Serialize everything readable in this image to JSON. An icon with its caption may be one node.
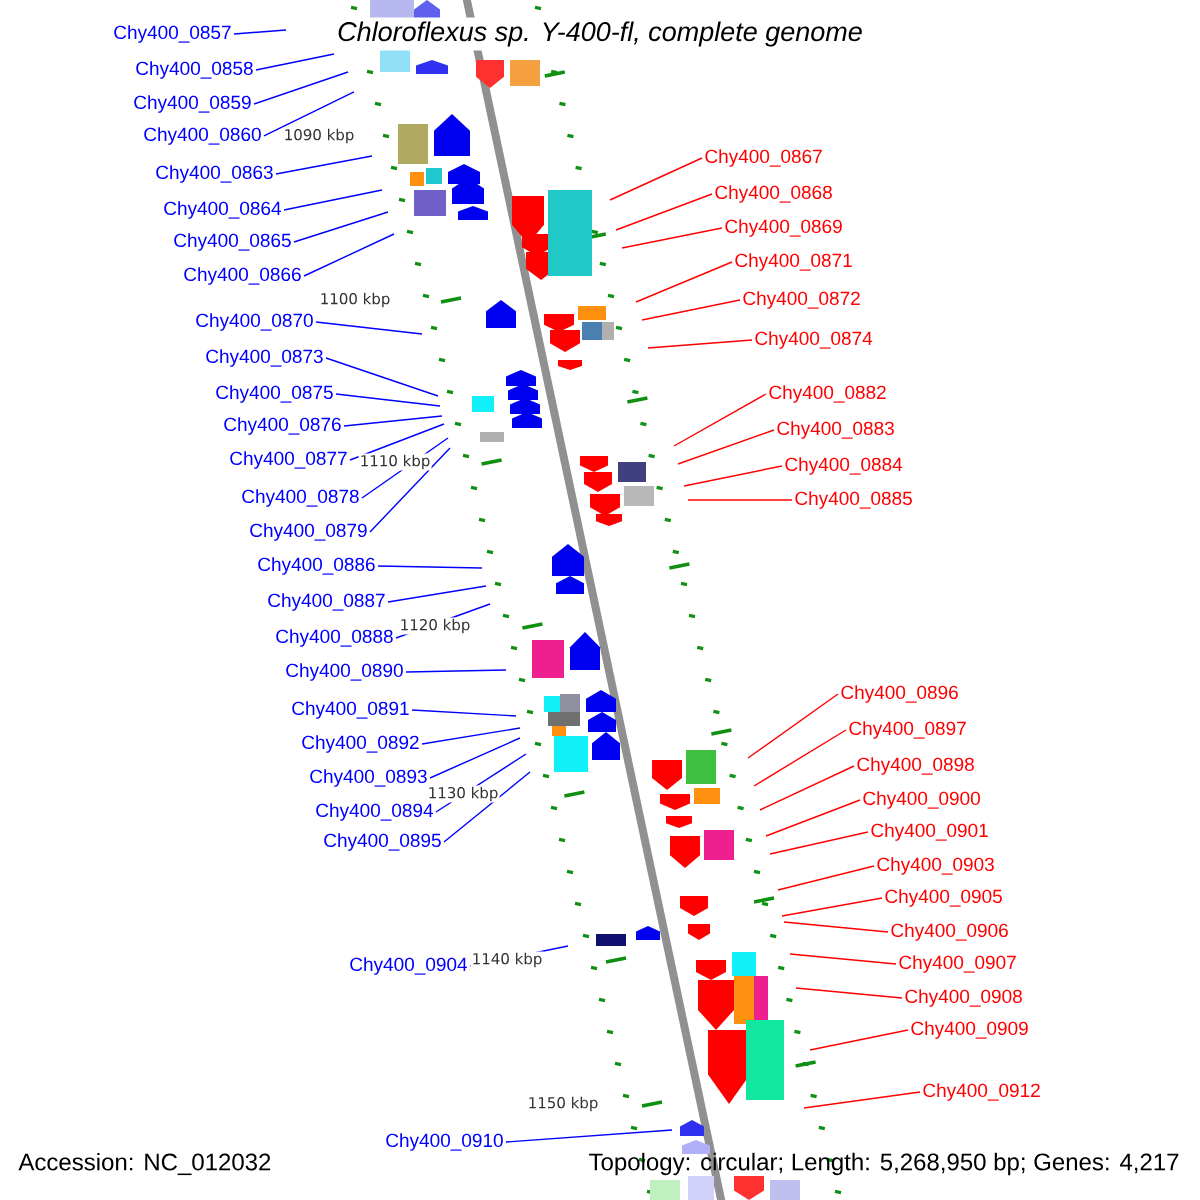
{
  "diagram": {
    "title": "Chloroflexus sp. Y-400-fl, complete genome",
    "nodes": [
      {
        "text": [
          "Chy400_0857"
        ]
      },
      {
        "text": [
          "Chy400_0858"
        ]
      },
      {
        "text": [
          "Chy400_0859"
        ]
      },
      {
        "text": [
          "Chy400_0860"
        ]
      },
      {
        "text": [
          "Chy400_0863"
        ]
      },
      {
        "text": [
          "Chy400_0864"
        ]
      },
      {
        "text": [
          "Chy400_0865"
        ]
      },
      {
        "text": [
          "Chy400_0866"
        ]
      },
      {
        "text": [
          "Chy400_0870"
        ]
      },
      {
        "text": [
          "Chy400_0873"
        ]
      },
      {
        "text": [
          "Chy400_0875"
        ]
      },
      {
        "text": [
          "Chy400_0876"
        ]
      },
      {
        "text": [
          "Chy400_0877"
        ]
      },
      {
        "text": [
          "Chy400_0878"
        ]
      },
      {
        "text": [
          "Chy400_0879"
        ]
      },
      {
        "text": [
          "Chy400_0886"
        ]
      },
      {
        "text": [
          "Chy400_0887"
        ]
      },
      {
        "text": [
          "Chy400_0888"
        ]
      },
      {
        "text": [
          "Chy400_0890"
        ]
      },
      {
        "text": [
          "Chy400_0891"
        ]
      },
      {
        "text": [
          "Chy400_0892"
        ]
      },
      {
        "text": [
          "Chy400_0893"
        ]
      },
      {
        "text": [
          "Chy400_0894"
        ]
      },
      {
        "text": [
          "Chy400_0895"
        ]
      },
      {
        "text": [
          "Chy400_0904"
        ]
      },
      {
        "text": [
          "Chy400_0910"
        ]
      },
      {
        "text": [
          "Chy400_0867"
        ]
      },
      {
        "text": [
          "Chy400_0868"
        ]
      },
      {
        "text": [
          "Chy400_0869"
        ]
      },
      {
        "text": [
          "Chy400_0871"
        ]
      },
      {
        "text": [
          "Chy400_0872"
        ]
      },
      {
        "text": [
          "Chy400_0874"
        ]
      },
      {
        "text": [
          "Chy400_0882"
        ]
      },
      {
        "text": [
          "Chy400_0883"
        ]
      },
      {
        "text": [
          "Chy400_0884"
        ]
      },
      {
        "text": [
          "Chy400_0885"
        ]
      },
      {
        "text": [
          "Chy400_0896"
        ]
      },
      {
        "text": [
          "Chy400_0897"
        ]
      },
      {
        "text": [
          "Chy400_0898"
        ]
      },
      {
        "text": [
          "Chy400_0900"
        ]
      },
      {
        "text": [
          "Chy400_0901"
        ]
      },
      {
        "text": [
          "Chy400_0903"
        ]
      },
      {
        "text": [
          "Chy400_0905"
        ]
      },
      {
        "text": [
          "Chy400_0906"
        ]
      },
      {
        "text": [
          "Chy400_0907"
        ]
      },
      {
        "text": [
          "Chy400_0908"
        ]
      },
      {
        "text": [
          "Chy400_0909"
        ]
      },
      {
        "text": [
          "Chy400_0912"
        ]
      }
    ],
    "edges": [
      {
        "from": 0,
        "to": null,
        "arrow": "none"
      },
      {
        "from": 1,
        "to": null,
        "arrow": "none"
      },
      {
        "from": 2,
        "to": null,
        "arrow": "none"
      },
      {
        "from": 3,
        "to": null,
        "arrow": "none"
      },
      {
        "from": 4,
        "to": null,
        "arrow": "none"
      },
      {
        "from": 5,
        "to": null,
        "arrow": "none"
      },
      {
        "from": 6,
        "to": null,
        "arrow": "none"
      },
      {
        "from": 7,
        "to": null,
        "arrow": "none"
      },
      {
        "from": 8,
        "to": null,
        "arrow": "none"
      },
      {
        "from": 9,
        "to": null,
        "arrow": "none"
      },
      {
        "from": 10,
        "to": null,
        "arrow": "none"
      },
      {
        "from": 11,
        "to": null,
        "arrow": "none"
      },
      {
        "from": 12,
        "to": null,
        "arrow": "none"
      },
      {
        "from": 13,
        "to": null,
        "arrow": "none"
      },
      {
        "from": 14,
        "to": null,
        "arrow": "none"
      },
      {
        "from": 15,
        "to": null,
        "arrow": "none"
      },
      {
        "from": 16,
        "to": null,
        "arrow": "none"
      },
      {
        "from": 17,
        "to": null,
        "arrow": "none"
      },
      {
        "from": 18,
        "to": null,
        "arrow": "none"
      },
      {
        "from": 19,
        "to": null,
        "arrow": "none"
      },
      {
        "from": 20,
        "to": null,
        "arrow": "none"
      },
      {
        "from": 21,
        "to": null,
        "arrow": "none"
      },
      {
        "from": 22,
        "to": null,
        "arrow": "none"
      },
      {
        "from": 23,
        "to": null,
        "arrow": "none"
      },
      {
        "from": 24,
        "to": null,
        "arrow": "none"
      },
      {
        "from": 25,
        "to": null,
        "arrow": "none"
      },
      {
        "from": 26,
        "to": null,
        "arrow": "none",
        "color": "#ff0000"
      },
      {
        "from": 27,
        "to": null,
        "arrow": "none",
        "color": "#ff0000"
      },
      {
        "from": 28,
        "to": null,
        "arrow": "none",
        "color": "#ff0000"
      },
      {
        "from": 29,
        "to": null,
        "arrow": "none",
        "color": "#ff0000"
      },
      {
        "from": 30,
        "to": null,
        "arrow": "none",
        "color": "#ff0000"
      },
      {
        "from": 31,
        "to": null,
        "arrow": "none",
        "color": "#ff0000"
      },
      {
        "from": 32,
        "to": null,
        "arrow": "none",
        "color": "#ff0000"
      },
      {
        "from": 33,
        "to": null,
        "arrow": "none",
        "color": "#ff0000"
      },
      {
        "from": 34,
        "to": null,
        "arrow": "none",
        "color": "#ff0000"
      },
      {
        "from": 35,
        "to": null,
        "arrow": "none",
        "color": "#ff0000"
      },
      {
        "from": 36,
        "to": null,
        "arrow": "none",
        "color": "#ff0000"
      },
      {
        "from": 37,
        "to": null,
        "arrow": "none",
        "color": "#ff0000"
      },
      {
        "from": 38,
        "to": null,
        "arrow": "none",
        "color": "#ff0000"
      },
      {
        "from": 39,
        "to": null,
        "arrow": "none",
        "color": "#ff0000"
      },
      {
        "from": 40,
        "to": null,
        "arrow": "none",
        "color": "#ff0000"
      },
      {
        "from": 41,
        "to": null,
        "arrow": "none",
        "color": "#ff0000"
      },
      {
        "from": 42,
        "to": null,
        "arrow": "none",
        "color": "#ff0000"
      },
      {
        "from": 43,
        "to": null,
        "arrow": "none",
        "color": "#ff0000"
      },
      {
        "from": 44,
        "to": null,
        "arrow": "none",
        "color": "#ff0000"
      },
      {
        "from": 45,
        "to": null,
        "arrow": "none",
        "color": "#ff0000"
      },
      {
        "from": 46,
        "to": null,
        "arrow": "none",
        "color": "#ff0000"
      },
      {
        "from": 47,
        "to": null,
        "arrow": "none",
        "color": "#ff0000"
      }
    ],
    "labels": [
      "1090 kbp",
      "1100 kbp",
      "1110 kbp",
      "1120 kbp",
      "1130 kbp",
      "1140 kbp",
      "1150 kbp",
      "Accession: NC_012032",
      "Topology: circular; Length: 5,268,950 bp; Genes: 4,217"
    ]
  }
}
